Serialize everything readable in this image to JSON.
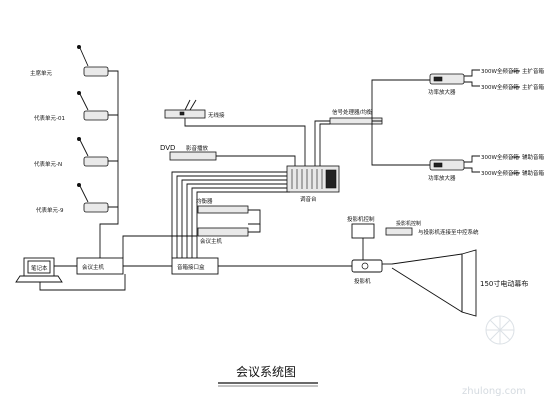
{
  "diagram": {
    "title": "会议系统图",
    "chairman_unit": "主席单元",
    "delegate_units": [
      "代表单元-01",
      "代表单元-N",
      "代表单元-9"
    ],
    "wireless_receiver": "无线接",
    "dvd_label": "DVD",
    "dvd_player": "影音播放",
    "mixer": "调音台",
    "processor": "信号处理器/均衡",
    "equalizer_1": "均衡器",
    "equalizer_2": "会议主机",
    "conf_controller": "会议主机",
    "audio_interface": "音箱接口盒",
    "laptop": "笔记本",
    "amp_upper": "功率放大器",
    "amp_lower": "功率放大器",
    "speaker_300a": "300W全频音箱",
    "speaker_300b": "300W全频音箱",
    "speaker_300c": "300W全频音箱",
    "speaker_300d": "300W全频音箱",
    "zone_upper_1": "主扩音箱",
    "zone_upper_2": "主扩音箱",
    "zone_lower_1": "辅助音箱",
    "zone_lower_2": "辅助音箱",
    "projector_ctrl": "投影机控制",
    "projector_note": "与投影机连接至中控系统",
    "projector": "投影机",
    "screen": "150寸电动幕布",
    "watermark": "zhulong.com"
  }
}
